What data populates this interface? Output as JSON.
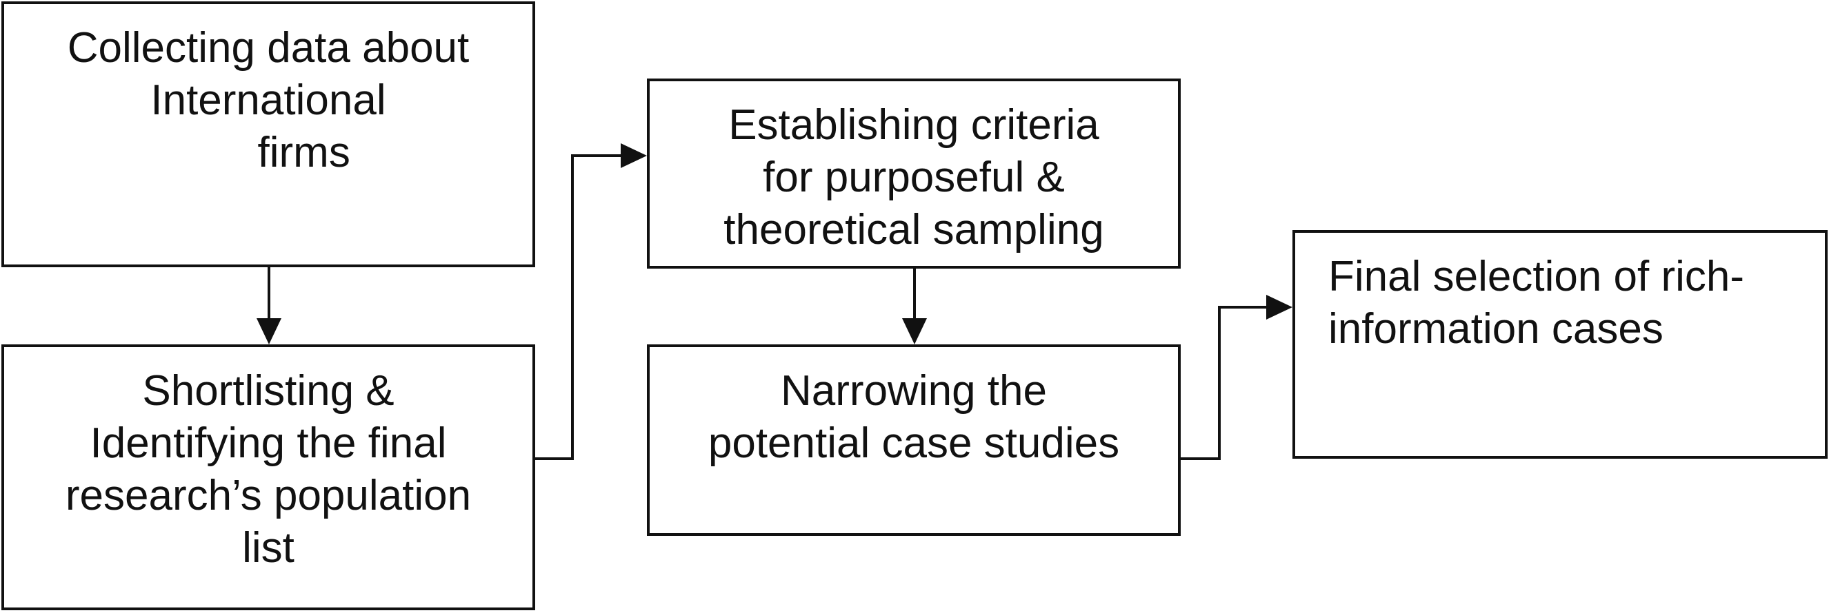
{
  "diagram": {
    "nodes": [
      {
        "id": "collect",
        "text": "Collecting data about\nInternational\n      firms"
      },
      {
        "id": "shortlist",
        "text": "Shortlisting &\nIdentifying the final\nresearch’s population\nlist"
      },
      {
        "id": "criteria",
        "text": "Establishing criteria\nfor purposeful &\ntheoretical sampling"
      },
      {
        "id": "narrow",
        "text": "Narrowing the\npotential case studies"
      },
      {
        "id": "final",
        "text": "Final selection of rich-\ninformation cases"
      }
    ],
    "edges": [
      {
        "from": "collect",
        "to": "shortlist"
      },
      {
        "from": "shortlist",
        "to": "criteria"
      },
      {
        "from": "criteria",
        "to": "narrow"
      },
      {
        "from": "narrow",
        "to": "final"
      }
    ]
  }
}
